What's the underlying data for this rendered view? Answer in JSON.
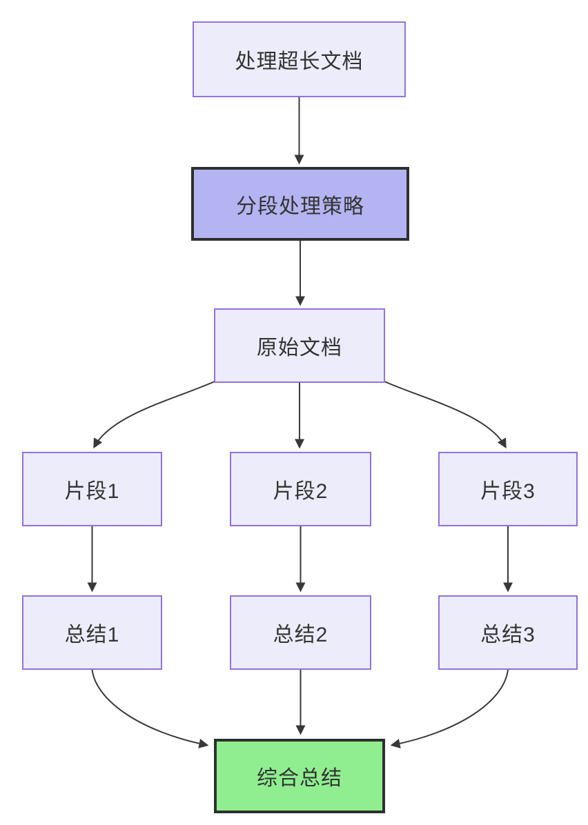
{
  "diagram": {
    "type": "flowchart",
    "direction": "top-down",
    "nodes": [
      {
        "id": "A",
        "label": "处理超长文档",
        "style": "default"
      },
      {
        "id": "B",
        "label": "分段处理策略",
        "style": "highlight-purple"
      },
      {
        "id": "C",
        "label": "原始文档",
        "style": "default"
      },
      {
        "id": "D1",
        "label": "片段1",
        "style": "default"
      },
      {
        "id": "D2",
        "label": "片段2",
        "style": "default"
      },
      {
        "id": "D3",
        "label": "片段3",
        "style": "default"
      },
      {
        "id": "E1",
        "label": "总结1",
        "style": "default"
      },
      {
        "id": "E2",
        "label": "总结2",
        "style": "default"
      },
      {
        "id": "E3",
        "label": "总结3",
        "style": "default"
      },
      {
        "id": "F",
        "label": "综合总结",
        "style": "highlight-green"
      }
    ],
    "edges": [
      {
        "from": "A",
        "to": "B"
      },
      {
        "from": "B",
        "to": "C"
      },
      {
        "from": "C",
        "to": "D1"
      },
      {
        "from": "C",
        "to": "D2"
      },
      {
        "from": "C",
        "to": "D3"
      },
      {
        "from": "D1",
        "to": "E1"
      },
      {
        "from": "D2",
        "to": "E2"
      },
      {
        "from": "D3",
        "to": "E3"
      },
      {
        "from": "E1",
        "to": "F"
      },
      {
        "from": "E2",
        "to": "F"
      },
      {
        "from": "E3",
        "to": "F"
      }
    ],
    "colors": {
      "node_fill": "#ECECFB",
      "node_border": "#9370DB",
      "highlight_purple_fill": "#B4B4F2",
      "highlight_green_fill": "#90EE90",
      "highlight_border": "#2F2F2F",
      "edge": "#383838",
      "text": "#333333",
      "background": "#FFFFFF"
    }
  }
}
